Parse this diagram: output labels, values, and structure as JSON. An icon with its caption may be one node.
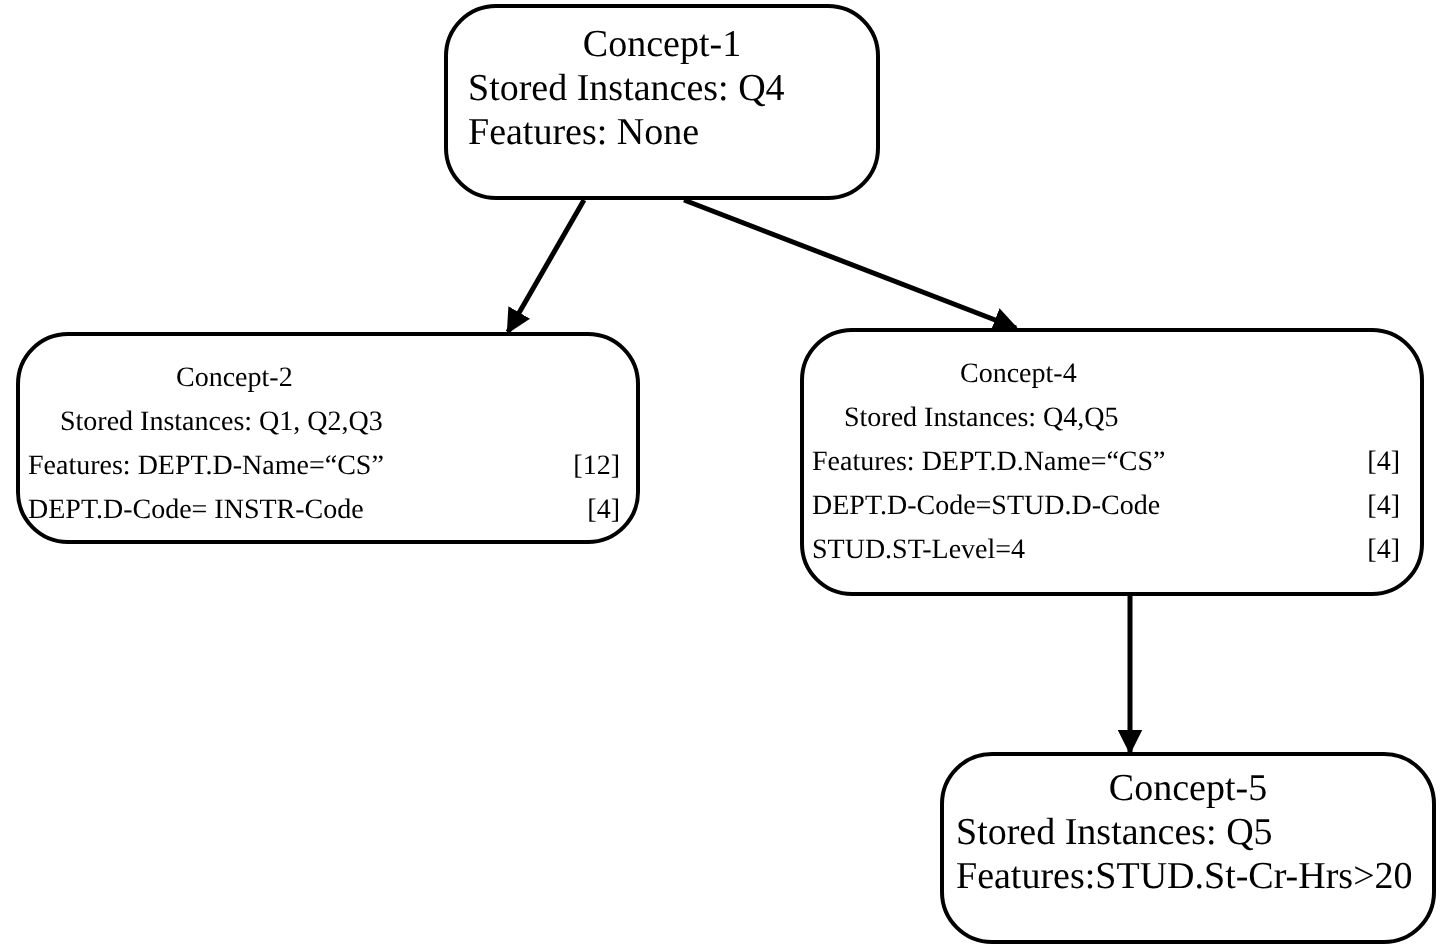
{
  "diagram": {
    "nodes": [
      {
        "text": [
          "Concept-1",
          "Stored Instances: Q4",
          "Features: None"
        ]
      },
      {
        "text": [
          "Concept-2",
          "Stored Instances: Q1, Q2,Q3",
          "Features: DEPT.D-Name=“CS”",
          "[12]",
          "DEPT.D-Code= INSTR-Code",
          "[4]"
        ]
      },
      {
        "text": [
          "Concept-4",
          "Stored Instances: Q4,Q5",
          "Features: DEPT.D.Name=“CS”",
          "[4]",
          "DEPT.D-Code=STUD.D-Code",
          "[4]",
          "STUD.ST-Level=4",
          "[4]"
        ]
      },
      {
        "text": [
          "Concept-5",
          "Stored Instances: Q5",
          "Features:STUD.St-Cr-Hrs>20"
        ]
      }
    ],
    "edges": [
      {
        "from": 0,
        "to": 1,
        "arrow": "to"
      },
      {
        "from": 0,
        "to": 2,
        "arrow": "to"
      },
      {
        "from": 2,
        "to": 3,
        "arrow": "to"
      }
    ]
  }
}
